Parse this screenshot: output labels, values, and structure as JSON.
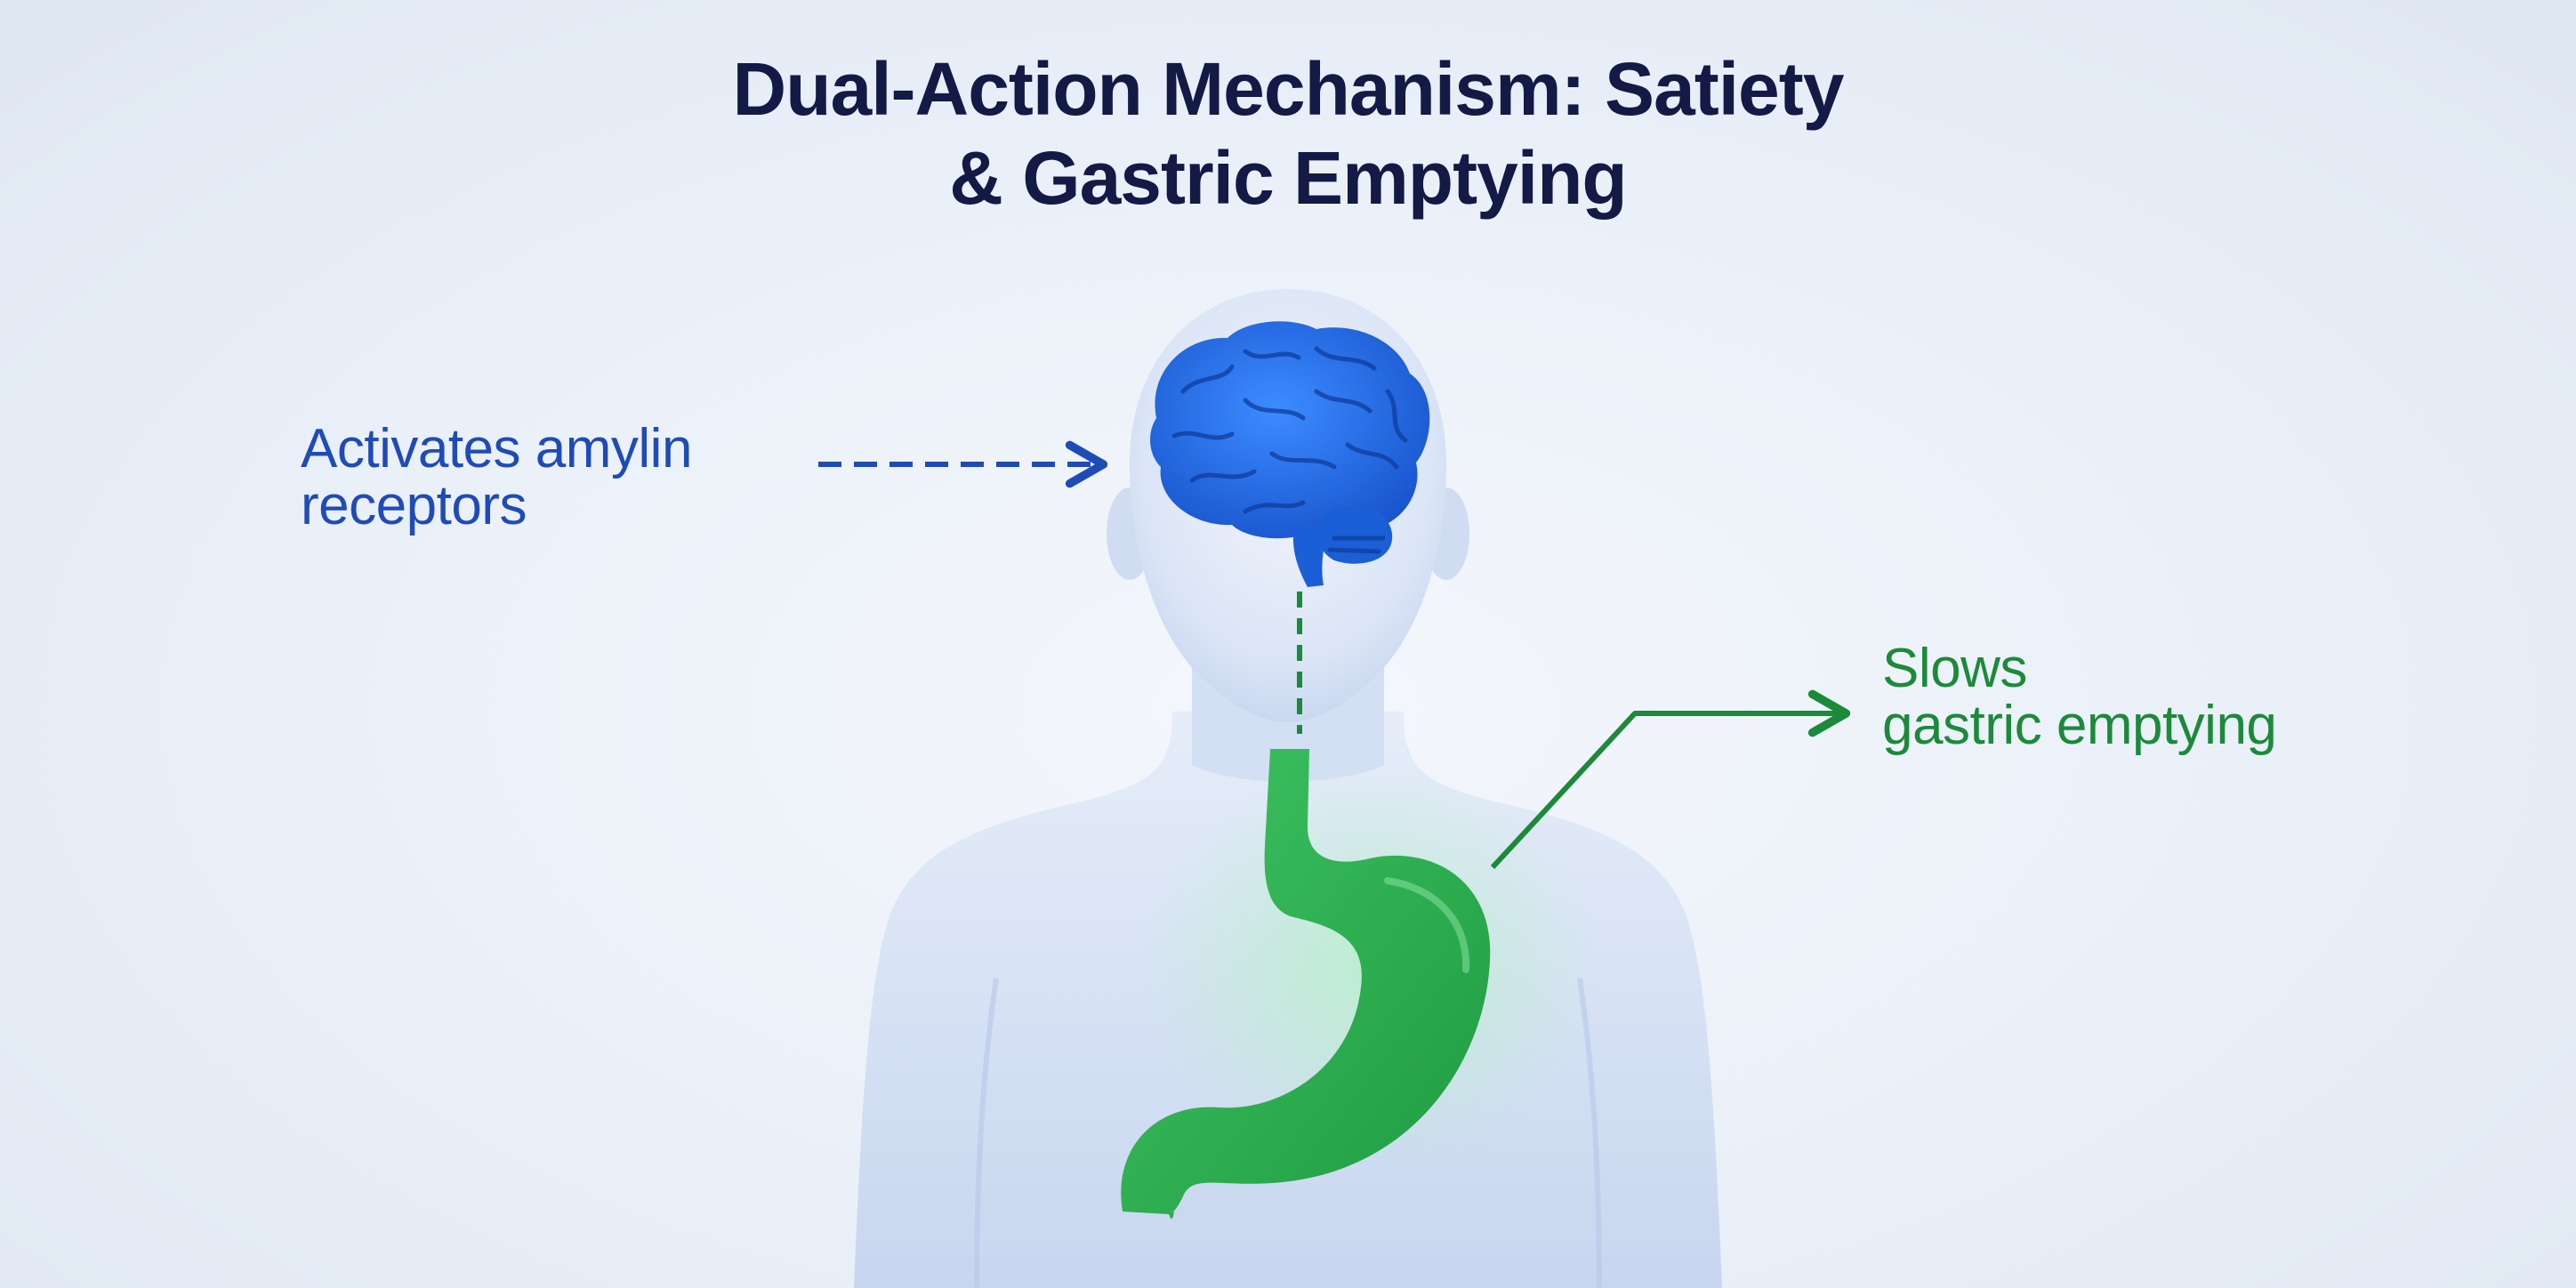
{
  "title": {
    "line1": "Dual-Action Mechanism: Satiety",
    "line2": "& Gastric Emptying"
  },
  "callouts": {
    "brain": {
      "line1": "Activates amylin",
      "line2": "receptors",
      "color": "#1f4bb8"
    },
    "stomach": {
      "line1": "Slows",
      "line2": "gastric emptying",
      "color": "#1b8a3a"
    }
  },
  "colors": {
    "body": "#cfdcf2",
    "brain": "#1f6fe0",
    "stomach": "#2fb24f",
    "title": "#121a45"
  }
}
